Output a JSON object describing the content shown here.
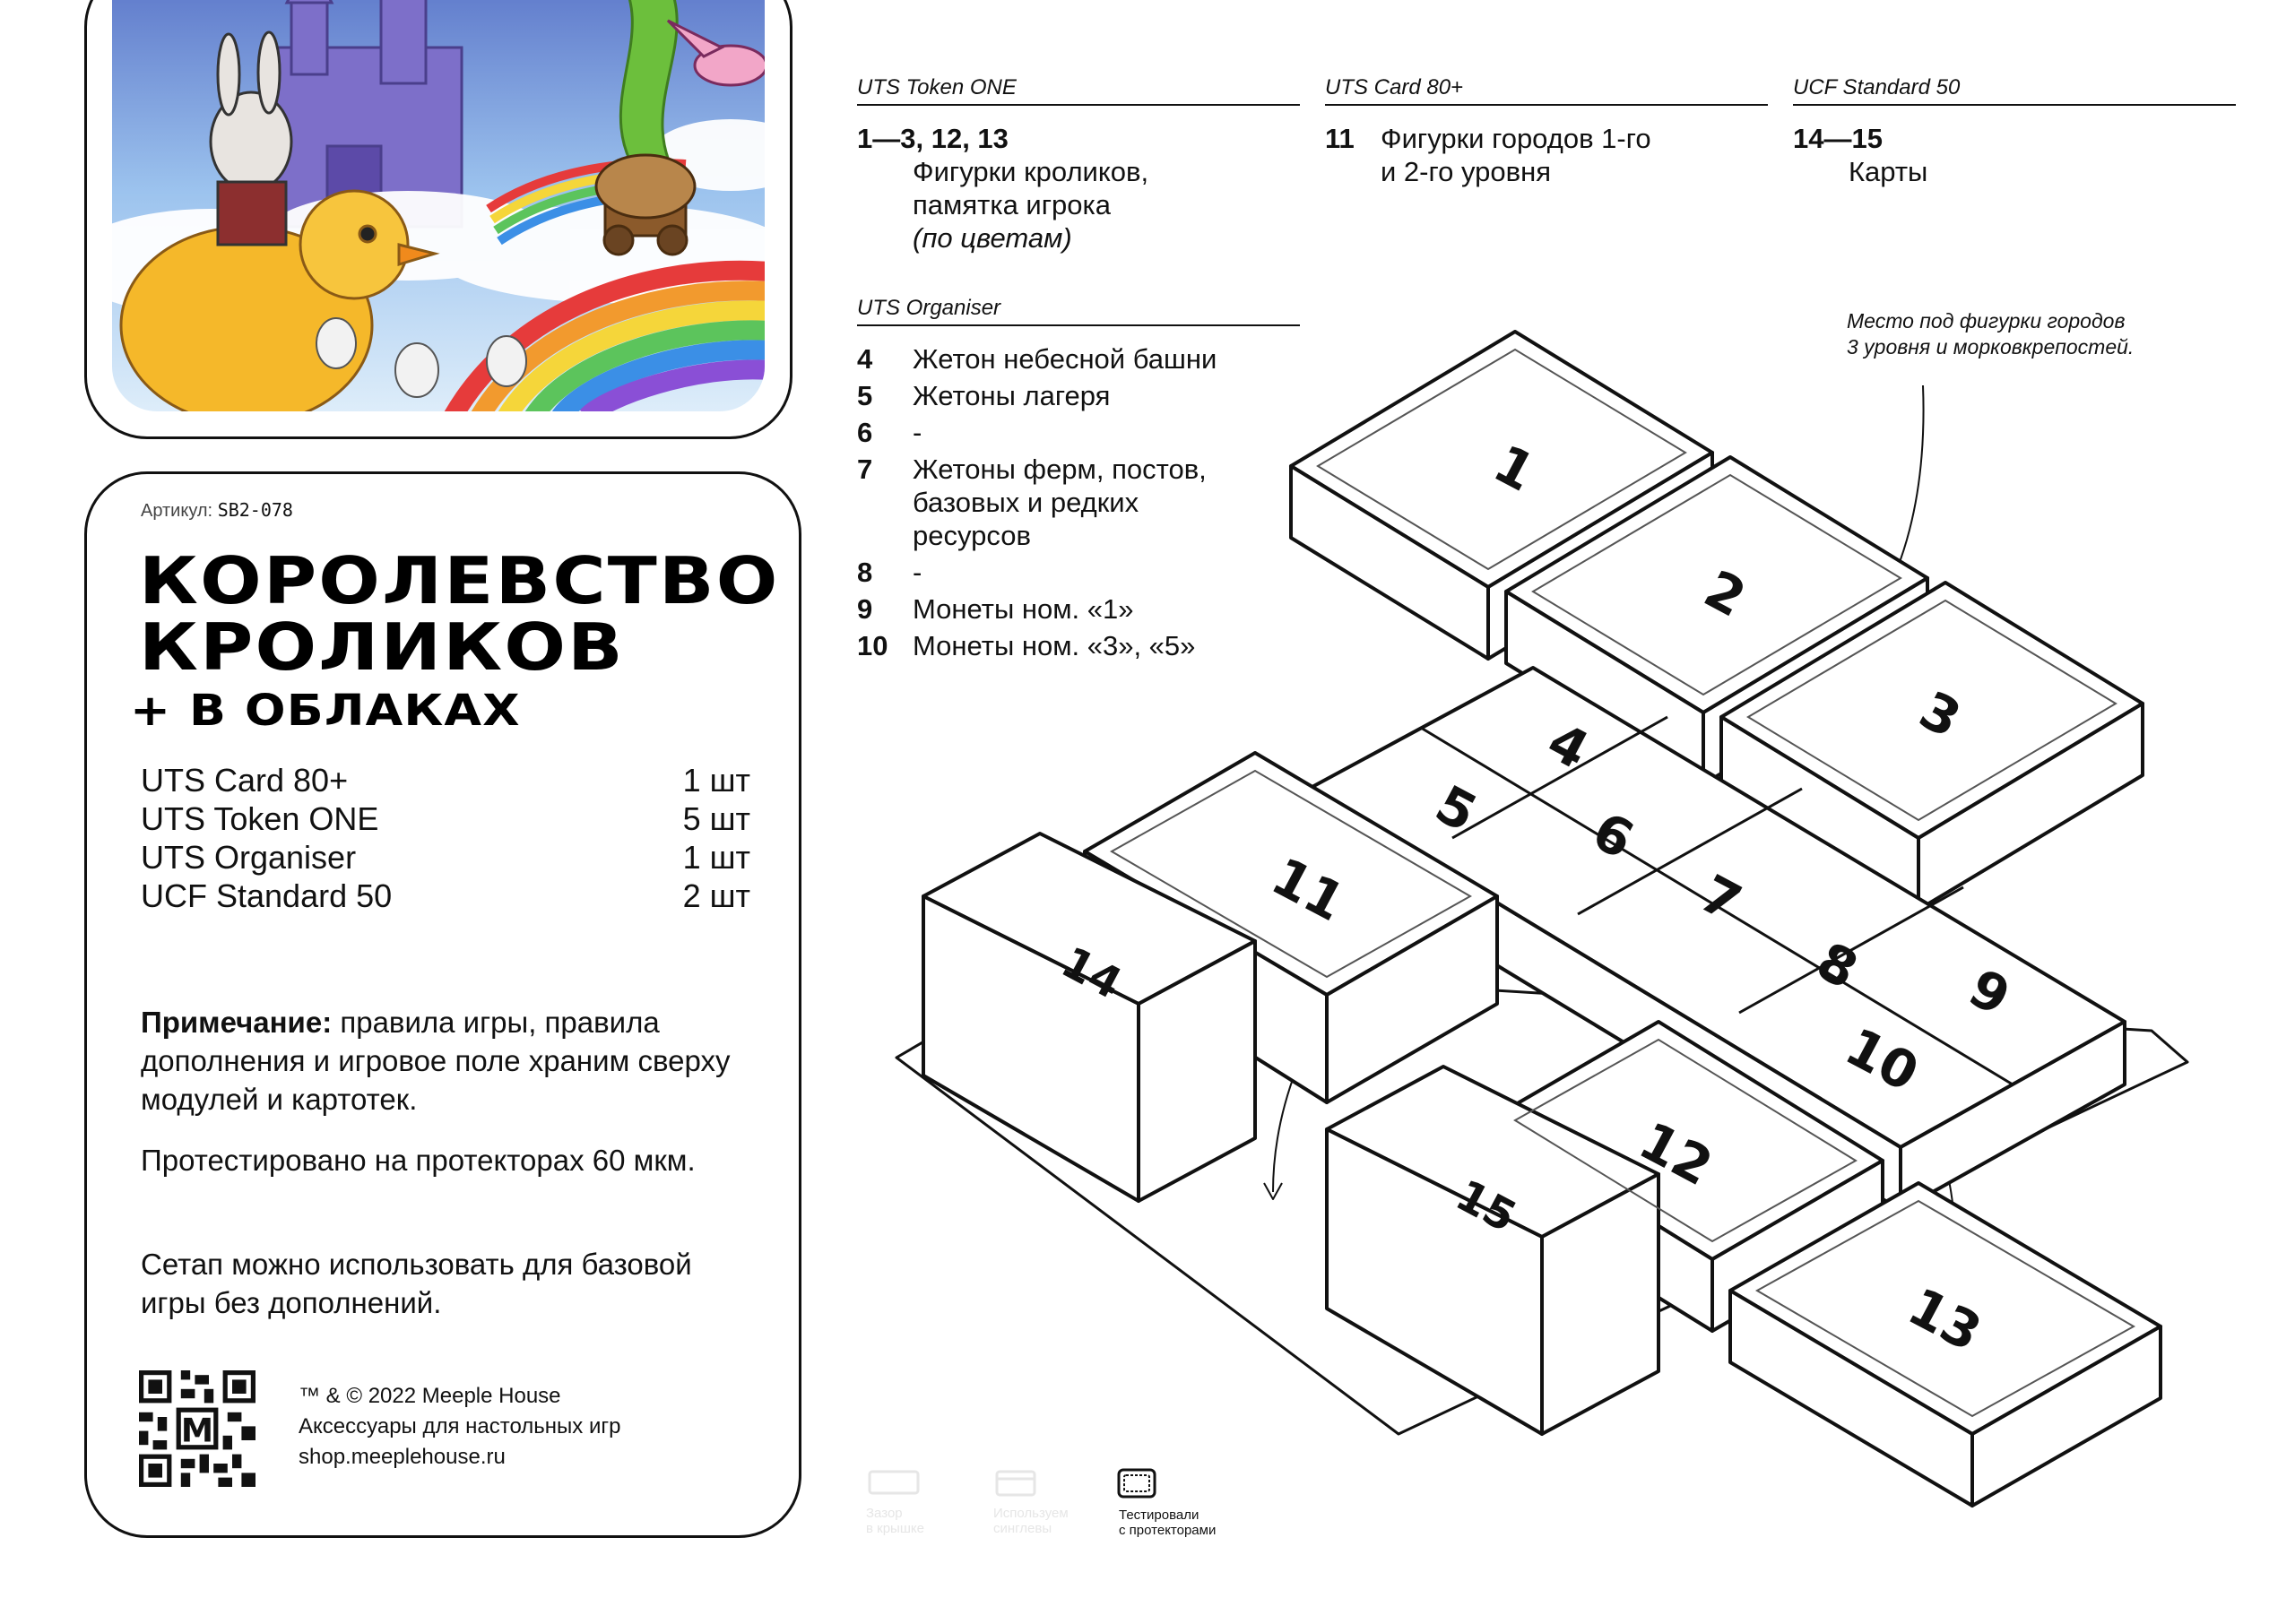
{
  "sku": {
    "label": "Артикул:",
    "code": "SB2-078"
  },
  "title": {
    "line1": "КОРОЛЕВСТВО",
    "line2": "КРОЛИКОВ",
    "subtitle": "+ В ОБЛАКАХ"
  },
  "items": [
    {
      "name": "UTS Card 80+",
      "qty": "1 шт"
    },
    {
      "name": "UTS Token ONE",
      "qty": "5 шт"
    },
    {
      "name": "UTS Organiser",
      "qty": "1 шт"
    },
    {
      "name": "UCF Standard 50",
      "qty": "2 шт"
    }
  ],
  "notes": {
    "note_label": "Примечание:",
    "note_text": " правила игры, правила дополнения и игровое поле храним сверху модулей и картотек.",
    "tested": "Протестировано на протекторах 60 мкм.",
    "setup": "Сетап можно использовать для базовой игры без дополнений."
  },
  "credits": {
    "line1": "™ & © 2022 Meeple House",
    "line2": "Аксессуары для настольных игр",
    "line3": "shop.meeplehouse.ru"
  },
  "legend": {
    "token_one": {
      "heading": "UTS Token ONE",
      "num": "1—3, 12, 13",
      "text": "Фигурки кроликов,\nпамятка игрока",
      "text_italic": "(по цветам)"
    },
    "card80": {
      "heading": "UTS Card 80+",
      "num": "11",
      "text": "Фигурки городов 1-го\nи 2-го уровня"
    },
    "ucf": {
      "heading": "UCF Standard 50",
      "num": "14—15",
      "text": "Карты"
    },
    "organiser": {
      "heading": "UTS Organiser",
      "rows": [
        {
          "num": "4",
          "text": "Жетон небесной башни"
        },
        {
          "num": "5",
          "text": "Жетоны лагеря"
        },
        {
          "num": "6",
          "text": "-"
        },
        {
          "num": "7",
          "text": "Жетоны ферм, постов,\nбазовых и редких\nресурсов"
        },
        {
          "num": "8",
          "text": "-"
        },
        {
          "num": "9",
          "text": "Монеты ном. «1»"
        },
        {
          "num": "10",
          "text": "Монеты ном. «3», «5»"
        }
      ]
    }
  },
  "callout": "Место под фигурки городов\n3 уровня и морковкрепостей.",
  "box_numbers": [
    "1",
    "2",
    "3",
    "4",
    "5",
    "6",
    "7",
    "8",
    "9",
    "10",
    "11",
    "12",
    "13",
    "14",
    "15"
  ],
  "icons": {
    "icon1": "Зазор\nв крышке",
    "icon2": "Используем\nсинглевы",
    "icon3": "Тестировали\nс протекторами",
    "icon_names": [
      "lid-gap-icon",
      "sleeve-icon",
      "protector-icon"
    ]
  },
  "colors": {
    "ink": "#111111",
    "faded": "#e6e6e6",
    "sky": "#7fb2e6",
    "rainbow": [
      "#e63b3b",
      "#f29a2e",
      "#f5d63a",
      "#5cc45c",
      "#3b8fe6",
      "#8a4fd6"
    ]
  }
}
